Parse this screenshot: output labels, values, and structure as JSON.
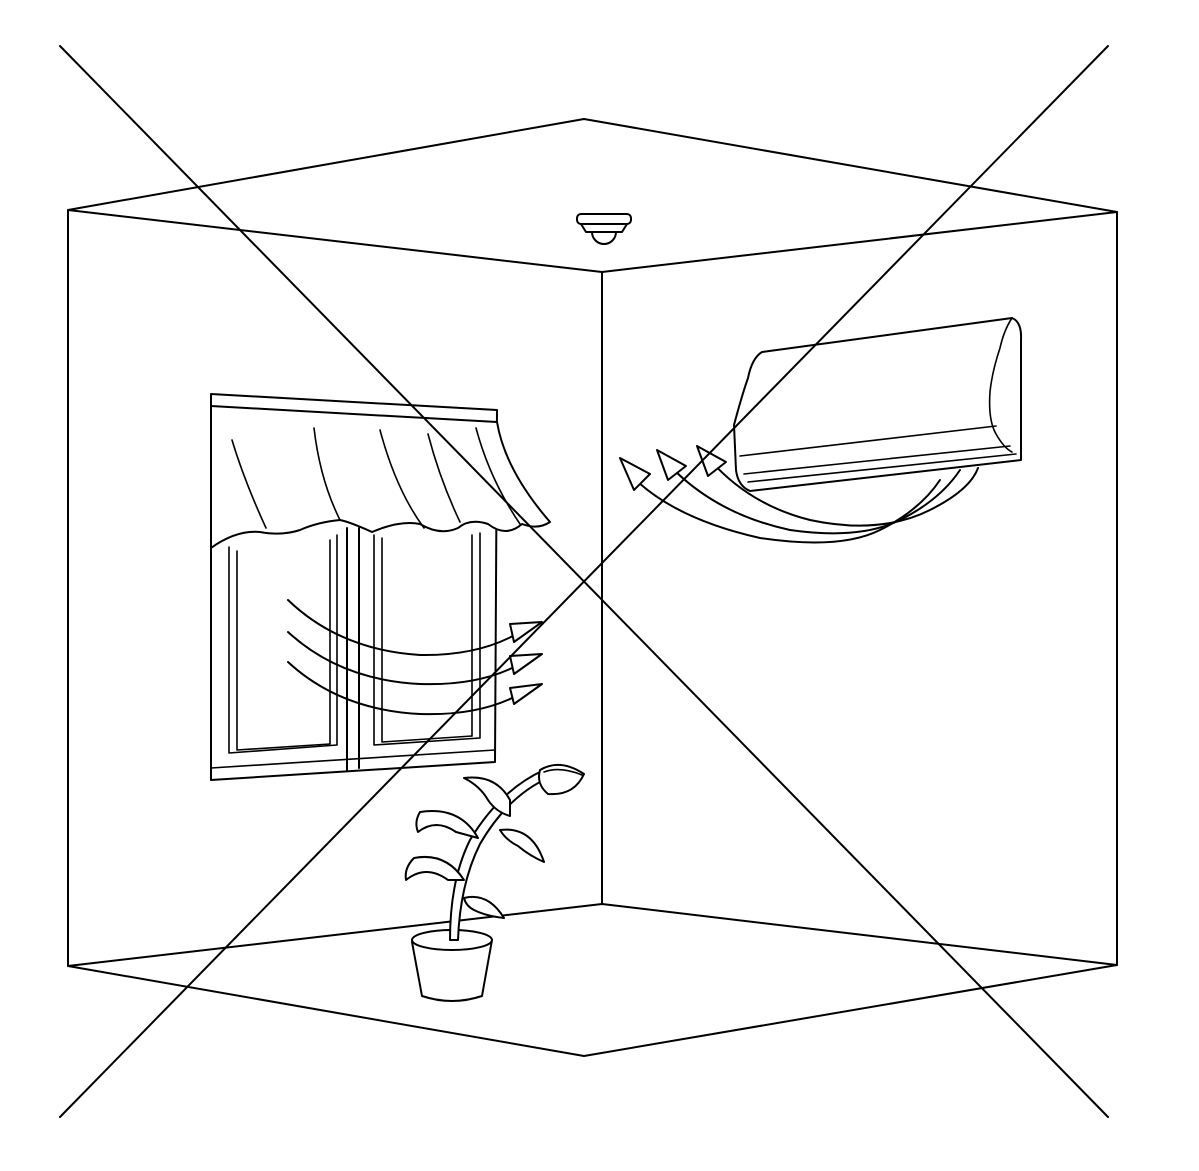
{
  "figure": {
    "description_free": true,
    "elements": [
      "room-box",
      "smoke-detector-icon",
      "air-conditioner-unit",
      "ac-airflow-arrows",
      "window",
      "curtain",
      "window-airflow-arrows",
      "potted-plant",
      "cross-out-mark"
    ]
  },
  "colors": {
    "stroke": "#000000",
    "background": "#ffffff"
  }
}
